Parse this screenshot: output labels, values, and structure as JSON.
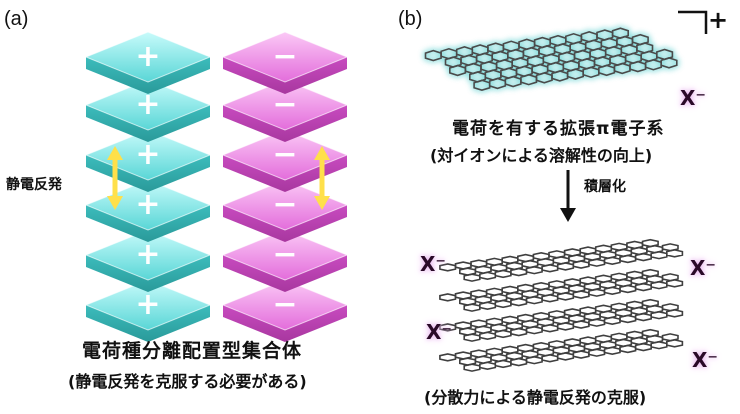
{
  "panel_a": {
    "label": "(a)",
    "plus_symbol": "+",
    "minus_symbol": "−",
    "repulsion_label": "静電反発",
    "caption_main": "電荷種分離配置型集合体",
    "caption_sub": "(静電反発を克服する必要がある)",
    "colors": {
      "cation_tile": "#6fe3e3",
      "anion_tile": "#ee7fe6",
      "arrow": "#ffe04a"
    }
  },
  "panel_b": {
    "label": "(b)",
    "charge_symbol": "+",
    "counter_ion": "X⁻",
    "caption_main": "電荷を有する拡張π電子系",
    "caption_sub": "(対イオンによる溶解性の向上)",
    "process_label": "積層化",
    "bottom_caption": "(分散力による静電反発の克服)",
    "colors": {
      "sheet_glow": "#5fd0d0",
      "stack_color": "#555555"
    }
  }
}
